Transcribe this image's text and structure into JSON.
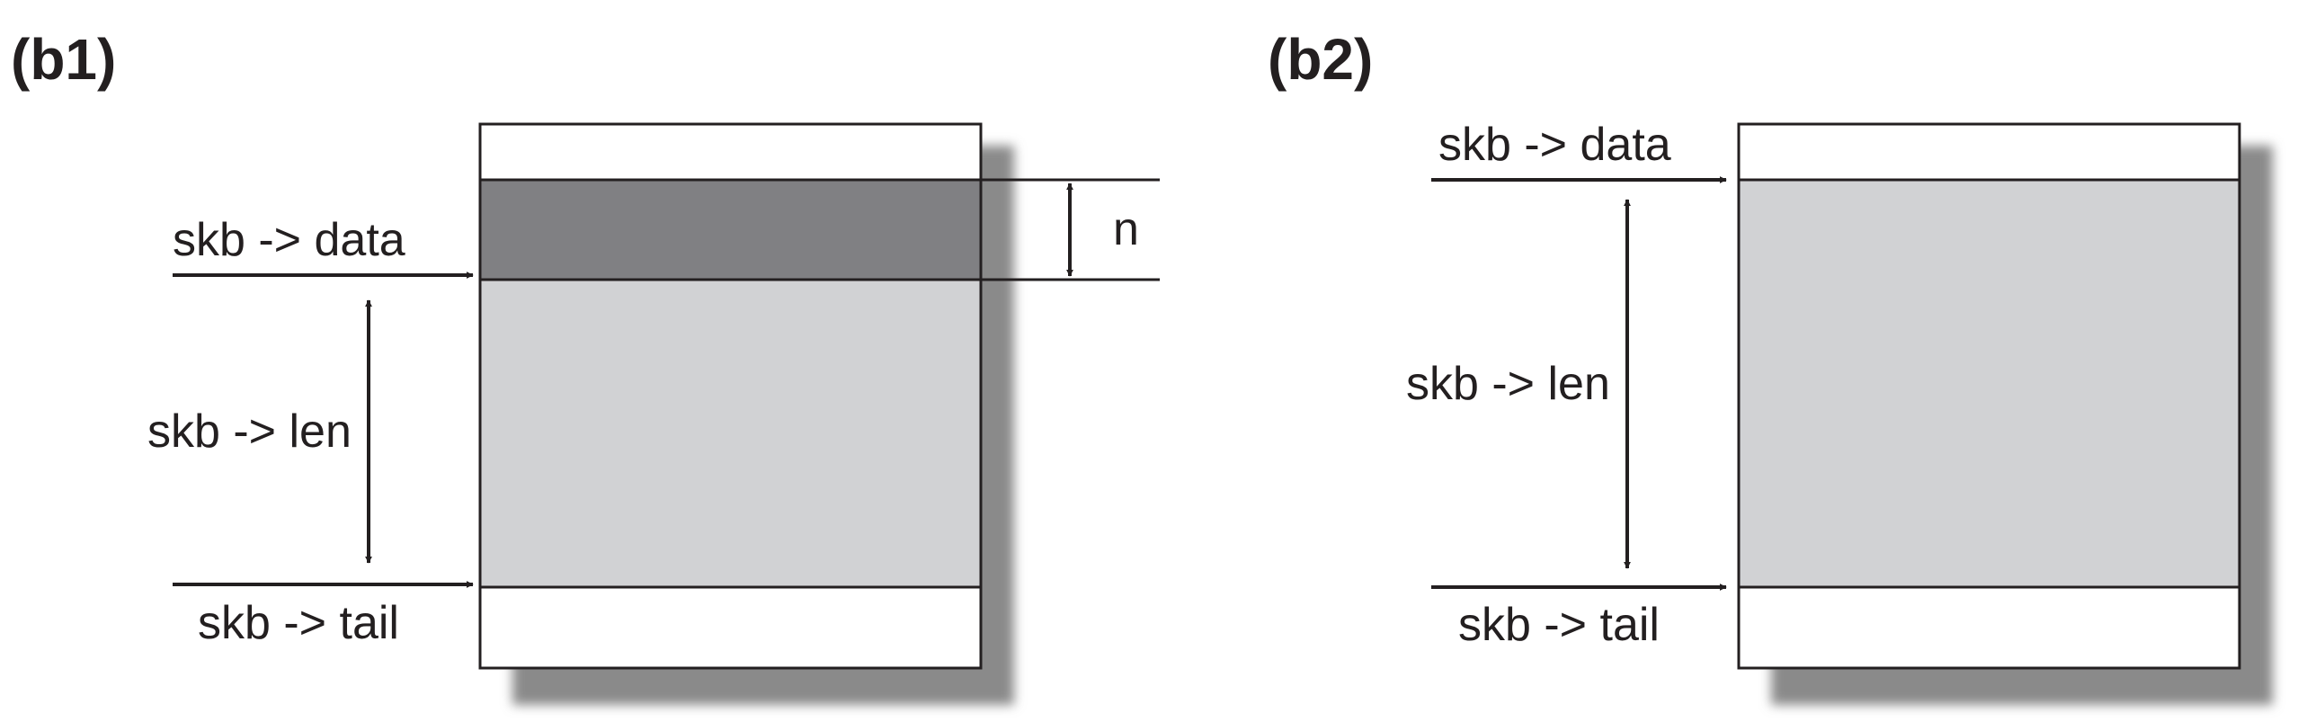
{
  "panels": [
    {
      "id": "b1",
      "title": "(b1)",
      "labels": {
        "data": "skb -> data",
        "len": "skb -> len",
        "tail": "skb -> tail",
        "n": "n"
      }
    },
    {
      "id": "b2",
      "title": "(b2)",
      "labels": {
        "data": "skb -> data",
        "len": "skb -> len",
        "tail": "skb -> tail"
      }
    }
  ],
  "colors": {
    "stroke": "#231f20",
    "shadow": "#8a8a8a",
    "pulled_region": "#808083",
    "data_region": "#d1d2d4",
    "headroom_tailroom": "#ffffff"
  }
}
